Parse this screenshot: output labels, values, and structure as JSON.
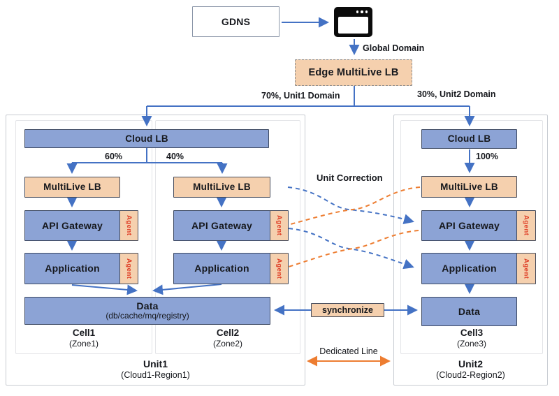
{
  "colors": {
    "box_blue": "#8ca3d5",
    "box_peach": "#f5d0ae",
    "arrow_blue": "#4472c4",
    "arrow_orange": "#ed7d31",
    "agent_red": "#de3a22"
  },
  "top": {
    "gdns": "GDNS",
    "browser_icon": "browser-window",
    "global_domain": "Global Domain",
    "edge_lb": "Edge MultiLive LB",
    "branch_left": "70%, Unit1 Domain",
    "branch_right": "30%, Unit2 Domain"
  },
  "middle": {
    "unit_correction": "Unit Correction",
    "synchronize": "synchronize",
    "dedicated_line": "Dedicated Line"
  },
  "unit1": {
    "cloud_lb": "Cloud LB",
    "split_left": "60%",
    "split_right": "40%",
    "cells": [
      {
        "multilive_lb": "MultiLive LB",
        "api_gateway": "API Gateway",
        "application": "Application",
        "agent": "Agent",
        "name": "Cell1",
        "zone": "(Zone1)"
      },
      {
        "multilive_lb": "MultiLive LB",
        "api_gateway": "API Gateway",
        "application": "Application",
        "agent": "Agent",
        "name": "Cell2",
        "zone": "(Zone2)"
      }
    ],
    "data_title": "Data",
    "data_sub": "(db/cache/mq/registry)",
    "name": "Unit1",
    "region": "(Cloud1-Region1)"
  },
  "unit2": {
    "cloud_lb": "Cloud LB",
    "split": "100%",
    "multilive_lb": "MultiLive LB",
    "api_gateway": "API Gateway",
    "application": "Application",
    "agent": "Agent",
    "data_title": "Data",
    "cell_name": "Cell3",
    "zone": "(Zone3)",
    "name": "Unit2",
    "region": "(Cloud2-Region2)"
  }
}
